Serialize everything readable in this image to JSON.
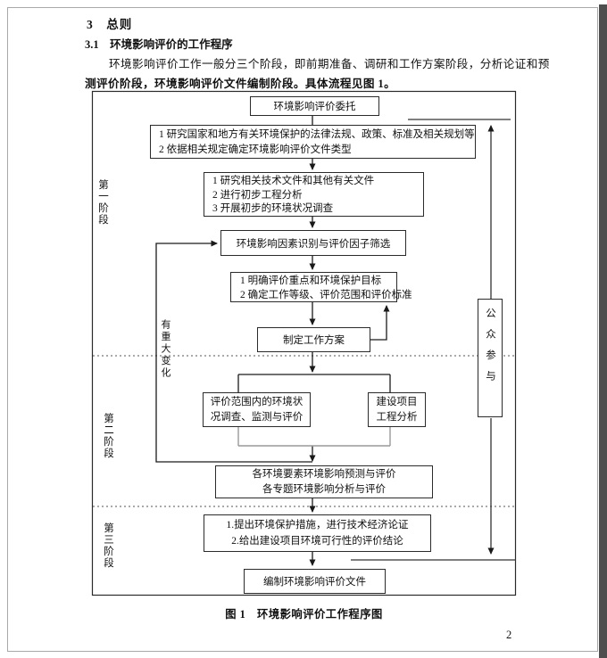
{
  "document": {
    "heading1": "3　总则",
    "heading2": "3.1　环境影响评价的工作程序",
    "para_line1": "环境影响评价工作一般分三个阶段，即前期准备、调研和工作方案阶段，分析论证和预",
    "para_line2": "测评价阶段，环境影响评价文件编制阶段。具体流程见图 1。",
    "figure_caption": "图 1　环境影响评价工作程序图",
    "page_number": "2"
  },
  "flowchart": {
    "stages": [
      {
        "label": "第一阶段"
      },
      {
        "label": "第二阶段"
      },
      {
        "label": "第三阶段"
      }
    ],
    "side_note": "有重大变化",
    "public_participation": "公众参与",
    "nodes": {
      "entrust": "环境影响评价委托",
      "prep": [
        "1 研究国家和地方有关环境保护的法律法规、政策、标准及相关规划等",
        "2 依据相关规定确定环境影响评价文件类型"
      ],
      "research": [
        "1 研究相关技术文件和其他有关文件",
        "2 进行初步工程分析",
        "3 开展初步的环境状况调查"
      ],
      "identify": "环境影响因素识别与评价因子筛选",
      "clarify": [
        "1 明确评价重点和环境保护目标",
        "2 确定工作等级、评价范围和评价标准"
      ],
      "plan": "制定工作方案",
      "survey": [
        "评价范围内的环境状",
        "况调查、监测与评价"
      ],
      "project_analysis": [
        "建设项目",
        "工程分析"
      ],
      "predict": [
        "各环境要素环境影响预测与评价",
        "各专题环境影响分析与评价"
      ],
      "measures": [
        "1.提出环境保护措施，进行技术经济论证",
        "2.给出建设项目环境可行性的评价结论"
      ],
      "compile": "编制环境影响评价文件"
    },
    "colors": {
      "line": "#222222",
      "merge_line": "#999999",
      "dash": "#555555"
    }
  }
}
